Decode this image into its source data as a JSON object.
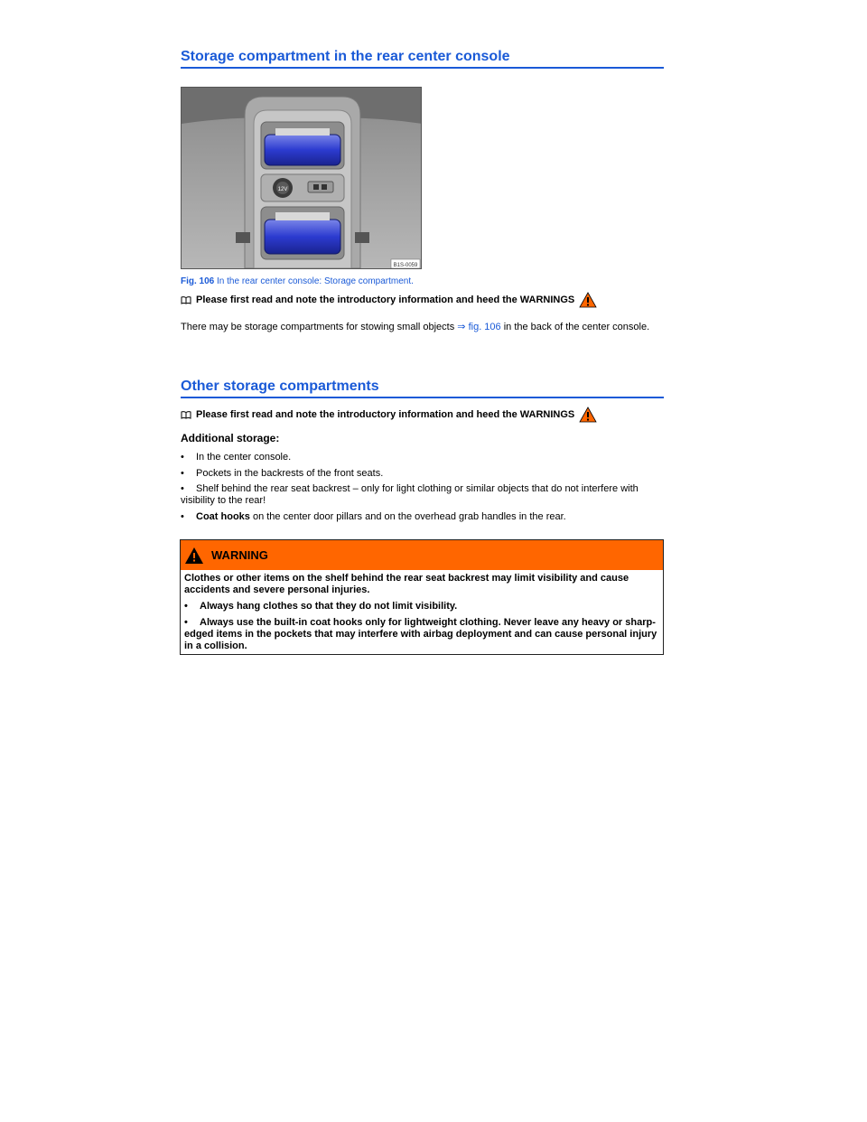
{
  "section1": {
    "title": "Storage compartment in the rear center console",
    "figure_code": "B1S-0059",
    "caption_label": "Fig. 106",
    "caption_text": " In the rear center console: Storage compartment.",
    "note": "Please first read and note the introductory information and heed the WARNINGS",
    "body_before_link": "There may be storage compartments for stowing small objects ",
    "link": "⇒ fig. 106",
    "body_after_link": " in the back of the center console."
  },
  "section2": {
    "title": "Other storage compartments",
    "note": "Please first read and note the introductory information and heed the WARNINGS",
    "subheading": "Additional storage:",
    "bullets": [
      "In the center console.",
      "Pockets in the backrests of the front seats.",
      "Shelf behind the rear seat backrest – only for light clothing or similar objects that do not interfere with visibility to the rear!"
    ],
    "bullet4_bold": "Coat hooks",
    "bullet4_rest": " on the center door pillars and on the overhead grab handles in the rear."
  },
  "warning": {
    "title": "WARNING",
    "intro": "Clothes or other items on the shelf behind the rear seat backrest may limit visibility and cause accidents and severe personal injuries.",
    "items": [
      "Always hang clothes so that they do not limit visibility.",
      "Always use the built-in coat hooks only for lightweight clothing. Never leave any heavy or sharp-edged items in the pockets that may interfere with airbag deployment and can cause personal injury in a collision."
    ]
  },
  "figure_labels": {
    "socket": "12V"
  },
  "colors": {
    "accent": "#1a5ad7",
    "warning": "#ff6600",
    "highlight": "#2c3bd0"
  }
}
